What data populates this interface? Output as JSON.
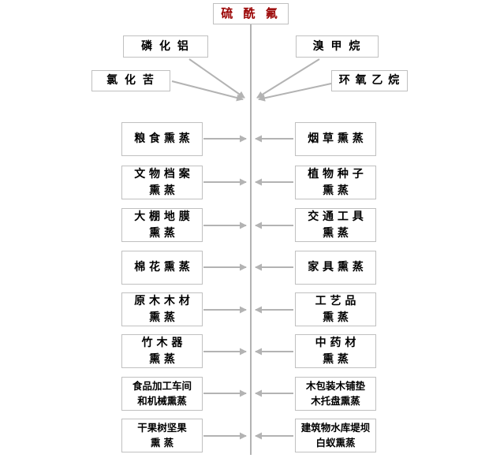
{
  "diagram": {
    "title": "硫 酰 氟",
    "fumigants": {
      "aluminum_phosphide": "磷 化 铝",
      "methyl_bromide": "溴 甲 烷",
      "chloropicrin": "氯 化 苦",
      "ethylene_oxide": "环 氧 乙 烷"
    },
    "left": [
      "粮 食 熏 蒸",
      "文 物 档 案\n熏 蒸",
      "大 棚 地 膜\n熏 蒸",
      "棉 花 熏 蒸",
      "原 木 木 材\n熏 蒸",
      "竹 木 器\n熏 蒸",
      "食品加工车间\n和机械熏蒸",
      "干果树坚果\n熏 蒸"
    ],
    "right": [
      "烟 草 熏 蒸",
      "植 物 种 子\n熏 蒸",
      "交 通 工 具\n熏 蒸",
      "家 具 熏 蒸",
      "工 艺 品\n熏 蒸",
      "中 药 材\n熏 蒸",
      "木包装木铺垫\n木托盘熏蒸",
      "建筑物水库堤坝\n白蚁熏蒸"
    ],
    "colors": {
      "title_text": "#990000",
      "box_border": "#c0c0c0",
      "arrow": "#b3b3b3"
    }
  }
}
